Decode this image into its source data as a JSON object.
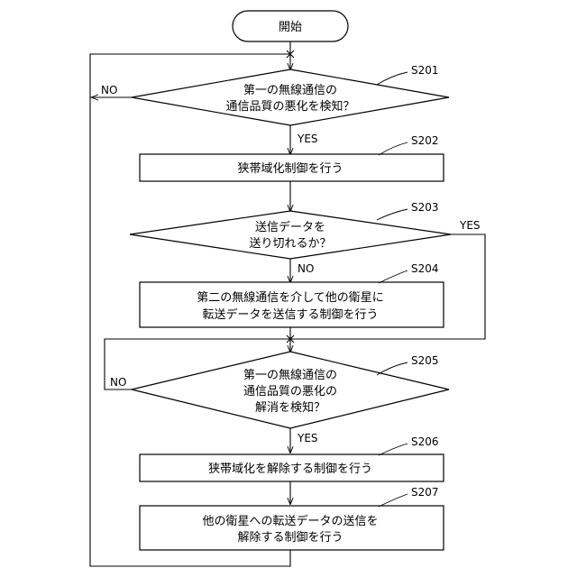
{
  "flowchart": {
    "start": "開始",
    "s201": {
      "step": "S201",
      "lines": [
        "第一の無線通信の",
        "通信品質の悪化を検知？"
      ],
      "yes": "YES",
      "no": "NO"
    },
    "s202": {
      "step": "S202",
      "lines": [
        "狭帯域化制御を行う"
      ]
    },
    "s203": {
      "step": "S203",
      "lines": [
        "送信データを",
        "送り切れるか？"
      ],
      "yes": "YES",
      "no": "NO"
    },
    "s204": {
      "step": "S204",
      "lines": [
        "第二の無線通信を介して他の衛星に",
        "転送データを送信する制御を行う"
      ]
    },
    "s205": {
      "step": "S205",
      "lines": [
        "第一の無線通信の",
        "通信品質の悪化の",
        "解消を検知？"
      ],
      "yes": "YES",
      "no": "NO"
    },
    "s206": {
      "step": "S206",
      "lines": [
        "狭帯域化を解除する制御を行う"
      ]
    },
    "s207": {
      "step": "S207",
      "lines": [
        "他の衛星への転送データの送信を",
        "解除する制御を行う"
      ]
    }
  }
}
